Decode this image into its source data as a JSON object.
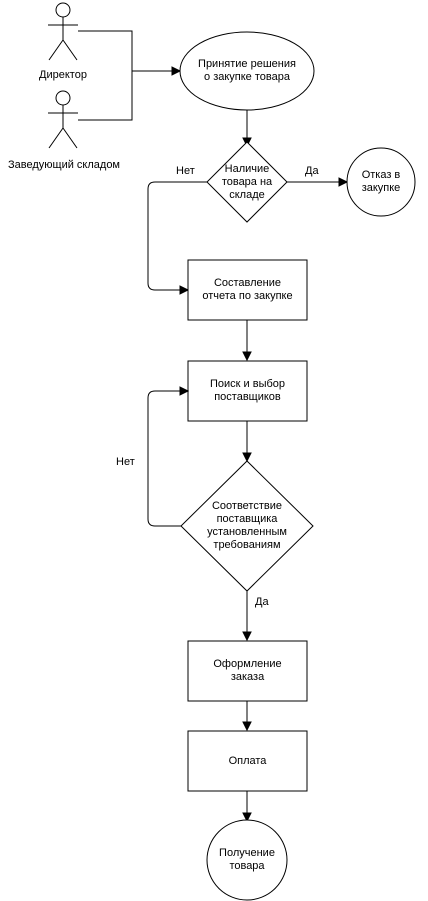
{
  "actors": {
    "director": "Директор",
    "warehouse_manager": "Заведующий складом"
  },
  "nodes": {
    "decision_purchase": "Принятие решения\nо закупке товара",
    "check_stock": "Наличие\nтовара на\nскладе",
    "refusal": "Отказ в\nзакупке",
    "report": "Составление\nотчета по закупке",
    "search_suppliers": "Поиск и выбор\nпоставщиков",
    "check_supplier": "Соответствие\nпоставщика\nустановленным\nтребованиям",
    "order": "Оформление\nзаказа",
    "payment": "Оплата",
    "receive": "Получение\nтовара"
  },
  "edges": {
    "stock_no": "Нет",
    "stock_yes": "Да",
    "supplier_no": "Нет",
    "supplier_yes": "Да"
  }
}
